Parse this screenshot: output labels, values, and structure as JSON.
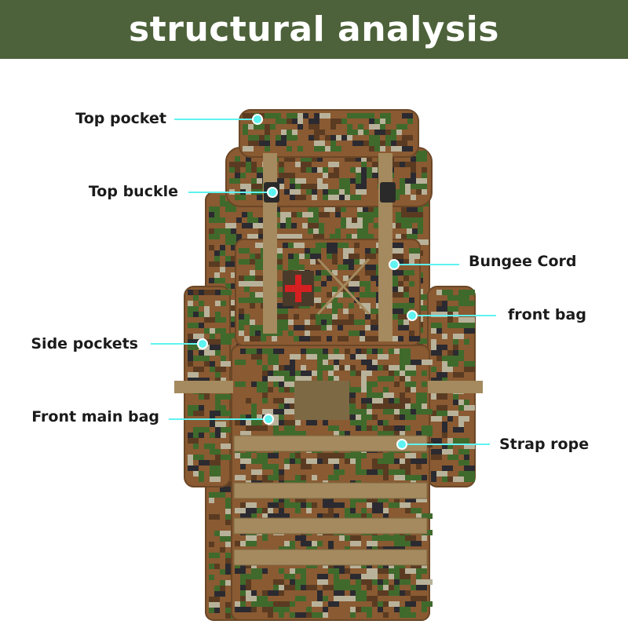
{
  "header": {
    "title": "structural analysis"
  },
  "colors": {
    "header_bg": "#4d623a",
    "callout_line": "#5ef3f0",
    "camo_base": "#8a5a32",
    "camo_green": "#3f6a2c",
    "camo_dark": "#2b2a30",
    "camo_tan": "#b9b29a",
    "webbing": "#a48a5e"
  },
  "callouts": [
    {
      "id": "top-pocket",
      "label": "Top pocket",
      "side": "left"
    },
    {
      "id": "top-buckle",
      "label": "Top buckle",
      "side": "left"
    },
    {
      "id": "bungee-cord",
      "label": "Bungee Cord",
      "side": "right"
    },
    {
      "id": "front-bag",
      "label": "front bag",
      "side": "right"
    },
    {
      "id": "side-pockets",
      "label": "Side pockets",
      "side": "left"
    },
    {
      "id": "front-main-bag",
      "label": "Front main bag",
      "side": "left"
    },
    {
      "id": "strap-rope",
      "label": "Strap rope",
      "side": "right"
    }
  ]
}
